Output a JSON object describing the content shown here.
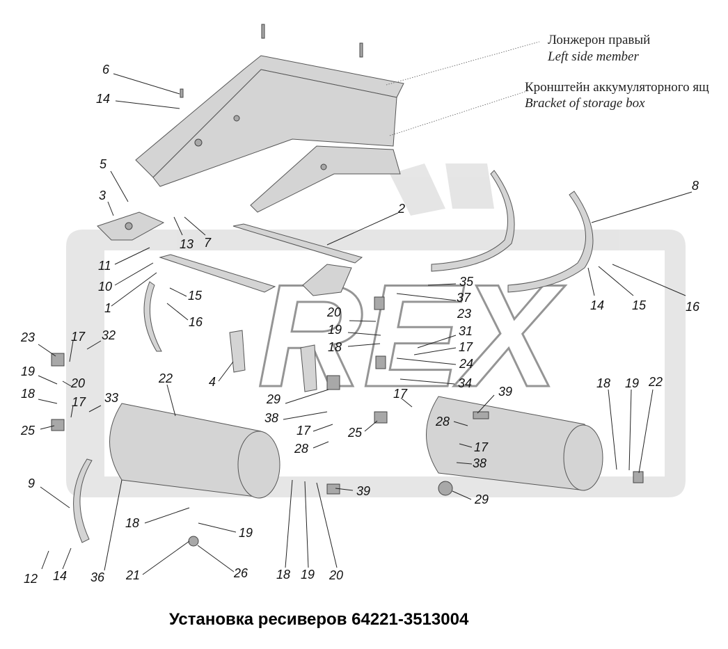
{
  "header": {
    "member_ru": "Лонжерон правый",
    "member_en": "Left side member",
    "bracket_ru": "Кронштейн аккумуляторного ящ",
    "bracket_en": "Bracket of storage box"
  },
  "watermark": {
    "logo_text": "REX"
  },
  "title": "Установка ресиверов 64221-3513004",
  "callouts": {
    "c6": "6",
    "c14a": "14",
    "c5": "5",
    "c3": "3",
    "c13": "13",
    "c7": "7",
    "c2": "2",
    "c8": "8",
    "c11": "11",
    "c10": "10",
    "c1": "1",
    "c15a": "15",
    "c16a": "16",
    "c35": "35",
    "c37": "37",
    "c23a": "23",
    "c20a": "20",
    "c19a": "19",
    "c18a": "18",
    "c31": "31",
    "c17a": "17",
    "c24": "24",
    "c34": "34",
    "c14b": "14",
    "c15b": "15",
    "c16b": "16",
    "c23b": "23",
    "c17b": "17",
    "c32": "32",
    "c19b": "19",
    "c20b": "20",
    "c18b": "18",
    "c17c": "17",
    "c33": "33",
    "c25a": "25",
    "c22a": "22",
    "c4": "4",
    "c29a": "29",
    "c38a": "38",
    "c17d": "17",
    "c25b": "25",
    "c28a": "28",
    "c17e": "17",
    "c39a": "39",
    "c28b": "28",
    "c17f": "17",
    "c38b": "38",
    "c18c": "18",
    "c19c": "19",
    "c22b": "22",
    "c9": "9",
    "c39b": "39",
    "c29b": "29",
    "c18d": "18",
    "c19d": "19",
    "c12": "12",
    "c14c": "14",
    "c36": "36",
    "c21": "21",
    "c26": "26",
    "c18e": "18",
    "c19e": "19",
    "c20c": "20"
  }
}
